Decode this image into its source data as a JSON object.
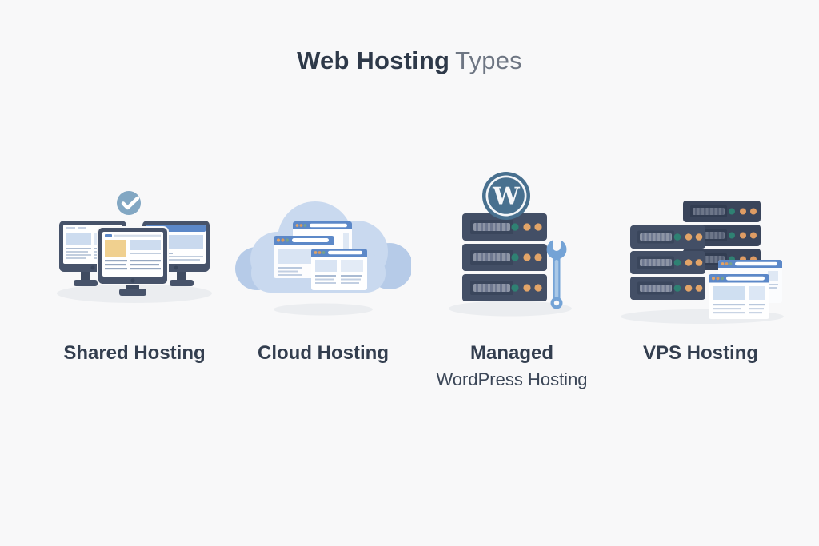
{
  "title": {
    "primary": "Web Hosting",
    "secondary": "Types"
  },
  "items": [
    {
      "label": "Shared Hosting",
      "icon": "shared-hosting-monitors-icon"
    },
    {
      "label": "Cloud Hosting",
      "icon": "cloud-hosting-cloud-servers-icon"
    },
    {
      "label": "Managed",
      "sublabel": "WordPress Hosting",
      "icon": "managed-wordpress-server-wrench-icon"
    },
    {
      "label": "VPS Hosting",
      "icon": "vps-server-stack-browsers-icon"
    }
  ],
  "wordpress_logo_letter": "W",
  "colors": {
    "background": "#f8f8f9",
    "title_primary": "#2e3949",
    "title_secondary": "#6e7683",
    "label_text": "#333e4f",
    "slate_dark": "#434f66",
    "monitor_frame": "#47536a",
    "accent_blue": "#5c88c8",
    "cloud_light_blue": "#c9d9ef",
    "cloud_back_blue": "#b6cbe8",
    "teal_dot": "#2f8173",
    "orange_dot": "#e2a468",
    "yellow_block": "#f0d08f",
    "wrench_blue": "#74a3d6",
    "check_circle": "#82a7c3",
    "wordpress_logo": "#48708f",
    "shadow": "#ebedf0"
  }
}
